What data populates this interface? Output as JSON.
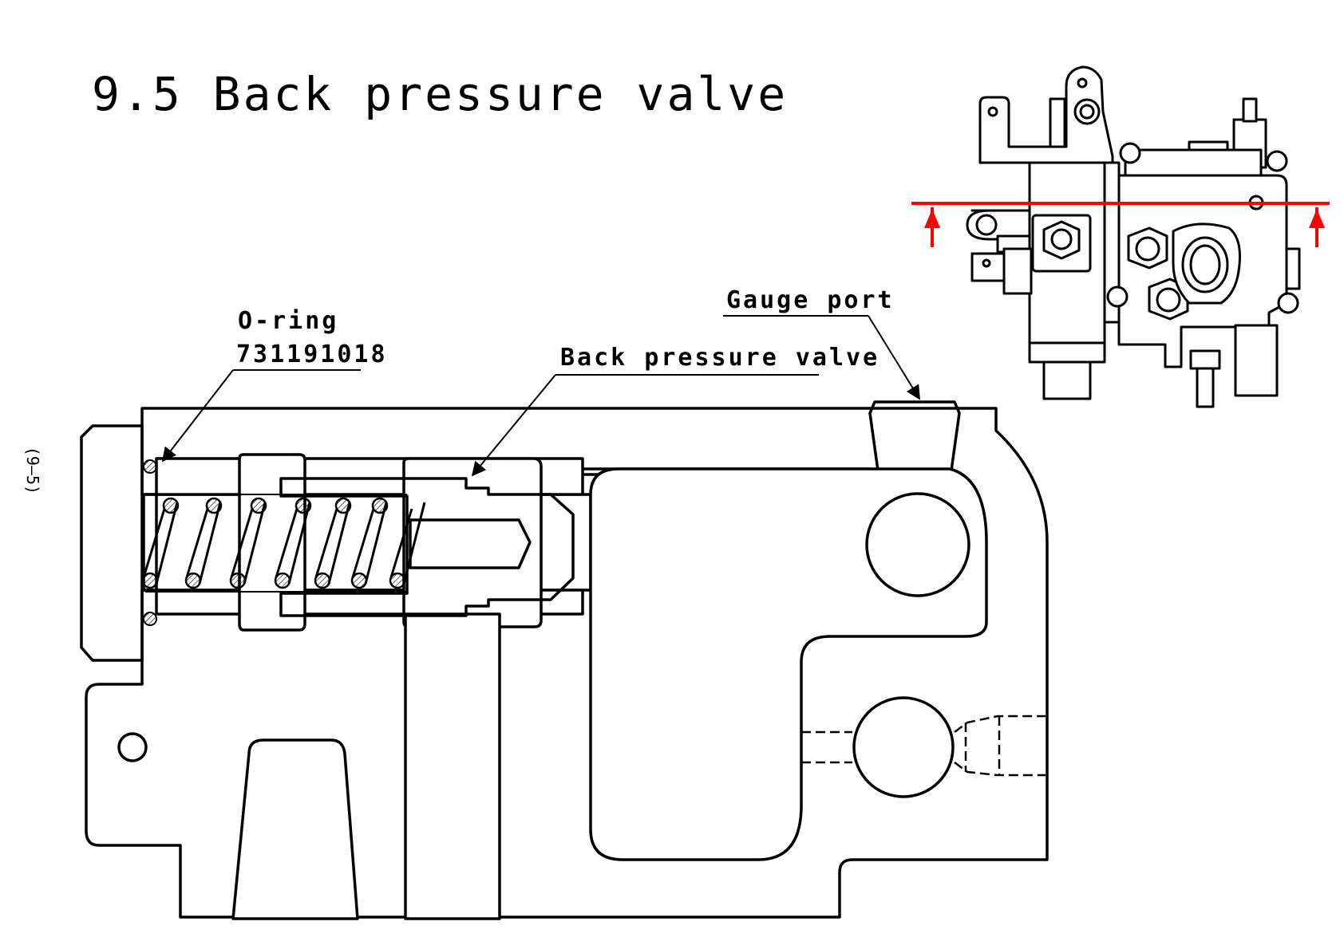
{
  "title": "9.5 Back pressure valve",
  "page_number": "(9—5)",
  "labels": {
    "oring_title": "O-ring",
    "oring_part": "731191018",
    "back_pressure_valve": "Back pressure valve",
    "gauge_port": "Gauge port"
  },
  "colors": {
    "plug_hatch": "#008000",
    "valve_hatch": "#1a1aa6",
    "section_line": "#ff0000",
    "outline": "#000000"
  }
}
